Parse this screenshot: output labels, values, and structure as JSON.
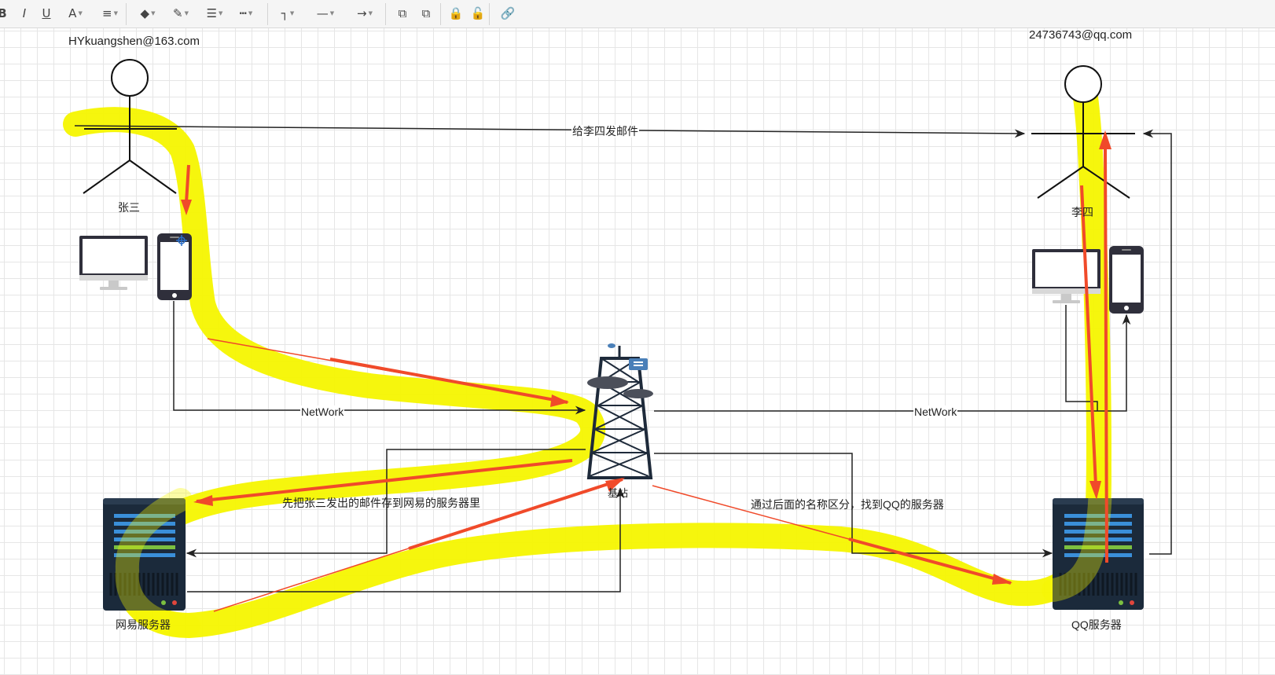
{
  "toolbar": {
    "items": [
      {
        "name": "bold-button",
        "glyph": "B"
      },
      {
        "name": "italic-button",
        "glyph": "I"
      },
      {
        "name": "underline-button",
        "glyph": "U"
      },
      {
        "name": "font-color-button",
        "glyph": "A"
      },
      {
        "name": "align-button",
        "glyph": "≡"
      },
      {
        "name": "fill-color-button",
        "glyph": "◆"
      },
      {
        "name": "line-color-button",
        "glyph": "✎"
      },
      {
        "name": "line-width-button",
        "glyph": "☰"
      },
      {
        "name": "line-dash-button",
        "glyph": "┅"
      },
      {
        "name": "connector-button",
        "glyph": "┐"
      },
      {
        "name": "line-style-button",
        "glyph": "—"
      },
      {
        "name": "arrow-style-button",
        "glyph": "→"
      },
      {
        "name": "bring-front-button",
        "glyph": "⧉"
      },
      {
        "name": "send-back-button",
        "glyph": "⧉"
      },
      {
        "name": "lock-button",
        "glyph": "🔒"
      },
      {
        "name": "unlock-button",
        "glyph": "🔓"
      },
      {
        "name": "link-button",
        "glyph": "🔗"
      }
    ]
  },
  "diagram": {
    "sender_email": "HYkuangshen@163.com",
    "receiver_email": "24736743@qq.com",
    "sender_name": "张三",
    "receiver_name": "李四",
    "top_edge_label": "给李四发邮件",
    "left_network_label": "NetWork",
    "right_network_label": "NetWork",
    "tower_label": "基站",
    "store_note": "先把张三发出的邮件存到网易的服务器里",
    "route_note": "通过后面的名称区分，找到QQ的服务器",
    "left_server_label": "网易服务器",
    "right_server_label": "QQ服务器"
  },
  "colors": {
    "highlight": "#f5f500",
    "arrow_red": "#f04a2a",
    "line": "#222222",
    "server_dark": "#1b2a3b",
    "server_blue": "#3a8fd9",
    "server_green": "#7cc040",
    "device_dark": "#2f2f3b"
  }
}
